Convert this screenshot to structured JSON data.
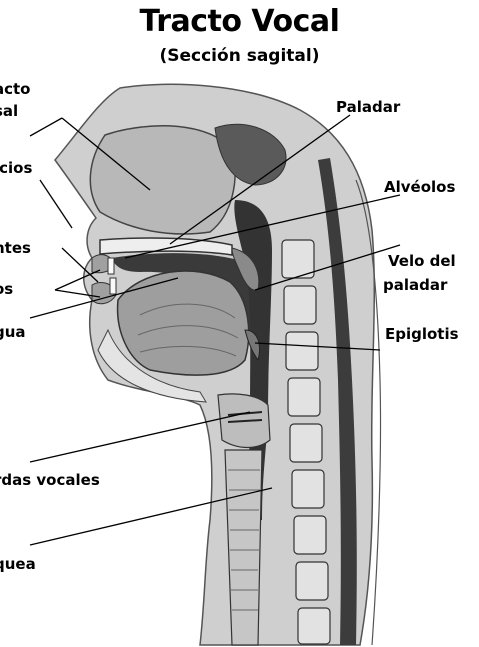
{
  "title": "Tracto Vocal",
  "subtitle": "(Sección sagital)",
  "labels": {
    "tracto_nasal_1": "acto",
    "tracto_nasal_2": "sal",
    "orificios": "icios",
    "dientes": "ntes",
    "labios": "os",
    "lengua": "gua",
    "cuerdas_vocales": "rdas vocales",
    "traquea": "quea",
    "paladar": "Paladar",
    "alveolos": "Alvéolos",
    "velo_1": "Velo del",
    "velo_2": "paladar",
    "epiglotis": "Epiglotis"
  },
  "colors": {
    "ink": "#000000",
    "tissue_light": "#d8d8d8",
    "tissue_mid": "#a9a9a9",
    "tissue_dark": "#4a4a4a",
    "cavity": "#2e2e2e"
  }
}
